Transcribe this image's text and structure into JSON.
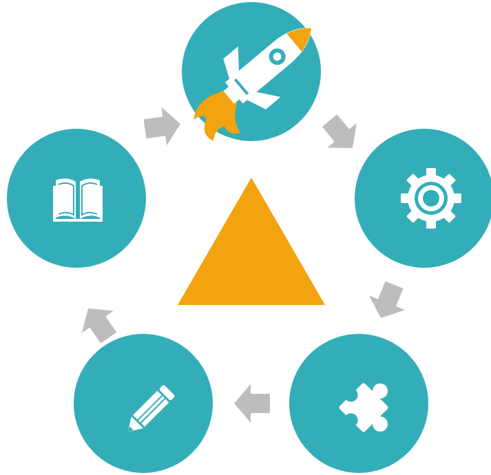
{
  "diagram": {
    "type": "cycle",
    "colors": {
      "node_fill": "#33aeb9",
      "icon": "#ffffff",
      "accent": "#f2a30f",
      "arrow": "#bdbdbd",
      "center_triangle": "#f2a30f"
    },
    "center_shape": "triangle",
    "flow_direction": "clockwise",
    "nodes": [
      {
        "position": "top",
        "icon": "rocket-icon"
      },
      {
        "position": "right",
        "icon": "gear-icon"
      },
      {
        "position": "bottom-right",
        "icon": "puzzle-icon"
      },
      {
        "position": "bottom-left",
        "icon": "pencil-icon"
      },
      {
        "position": "left",
        "icon": "book-icon"
      }
    ],
    "arrows": [
      {
        "from": "rocket-icon",
        "to": "gear-icon"
      },
      {
        "from": "gear-icon",
        "to": "puzzle-icon"
      },
      {
        "from": "puzzle-icon",
        "to": "pencil-icon"
      },
      {
        "from": "pencil-icon",
        "to": "book-icon"
      },
      {
        "from": "book-icon",
        "to": "rocket-icon"
      }
    ]
  }
}
